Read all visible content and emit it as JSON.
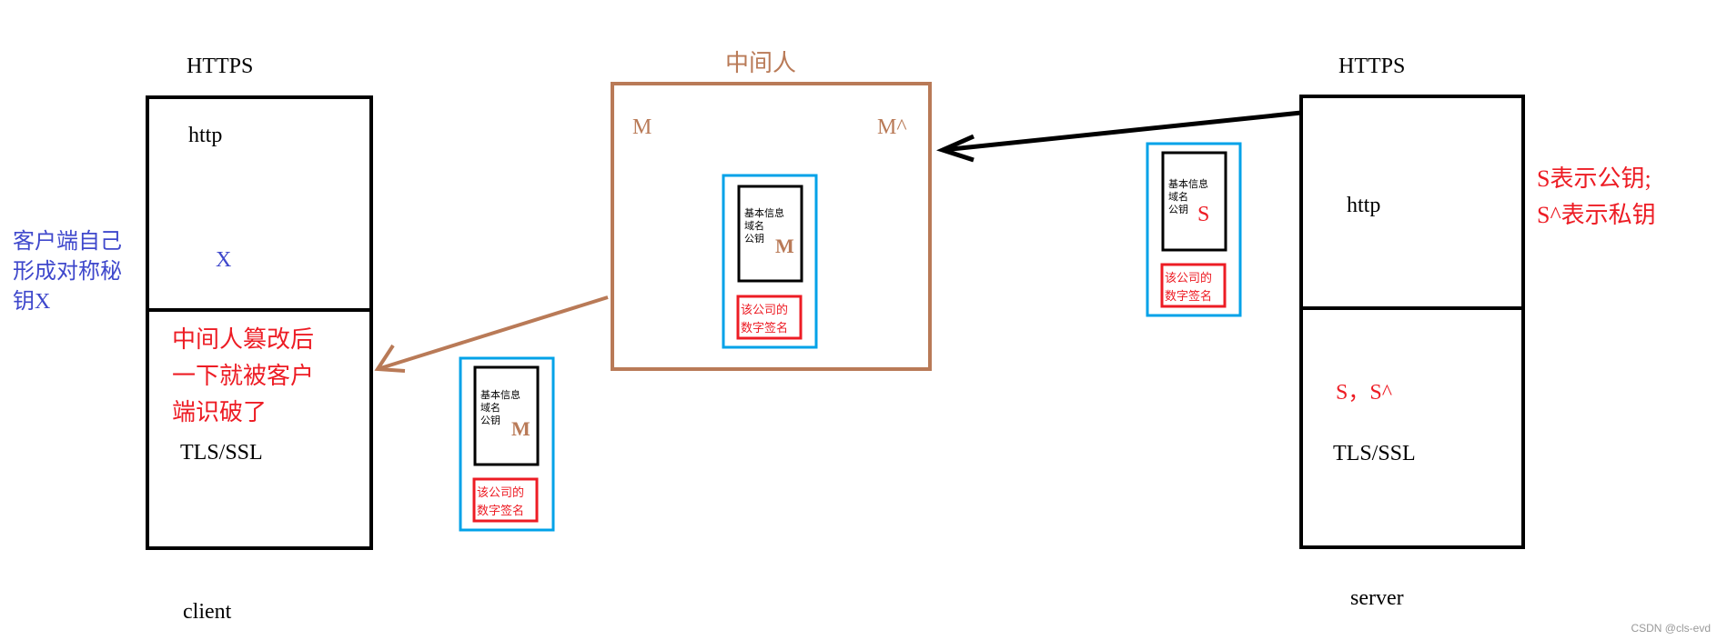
{
  "client": {
    "protocol": "HTTPS",
    "top_layer": "http",
    "sym_key": "X",
    "bottom_layer": "TLS/SSL",
    "label": "client"
  },
  "client_note": {
    "lines": [
      "客户端自己",
      "形成对称秘",
      "钥X"
    ]
  },
  "tamper_note": {
    "lines": [
      "中间人篡改后",
      "一下就被客户",
      "端识破了"
    ]
  },
  "mitm": {
    "title": "中间人",
    "key_public": "M",
    "key_private": "M^"
  },
  "server": {
    "protocol": "HTTPS",
    "top_layer": "http",
    "keys": "S，S^",
    "bottom_layer": "TLS/SSL",
    "label": "server"
  },
  "server_note": {
    "lines": [
      "S表示公钥;",
      "S^表示私钥"
    ]
  },
  "certificate": {
    "info_lines": [
      "基本信息",
      "域名",
      "公钥"
    ],
    "signature_lines": [
      "该公司的",
      "数字签名"
    ]
  },
  "cert_keys": {
    "server_cert": "S",
    "mitm_cert": "M",
    "forged_cert": "M"
  },
  "watermark": "CSDN @cls-evd",
  "colors": {
    "brown": "#b97a57",
    "red": "#ed1c24",
    "blue": "#00a2e8",
    "note_blue": "#3f48cc"
  }
}
